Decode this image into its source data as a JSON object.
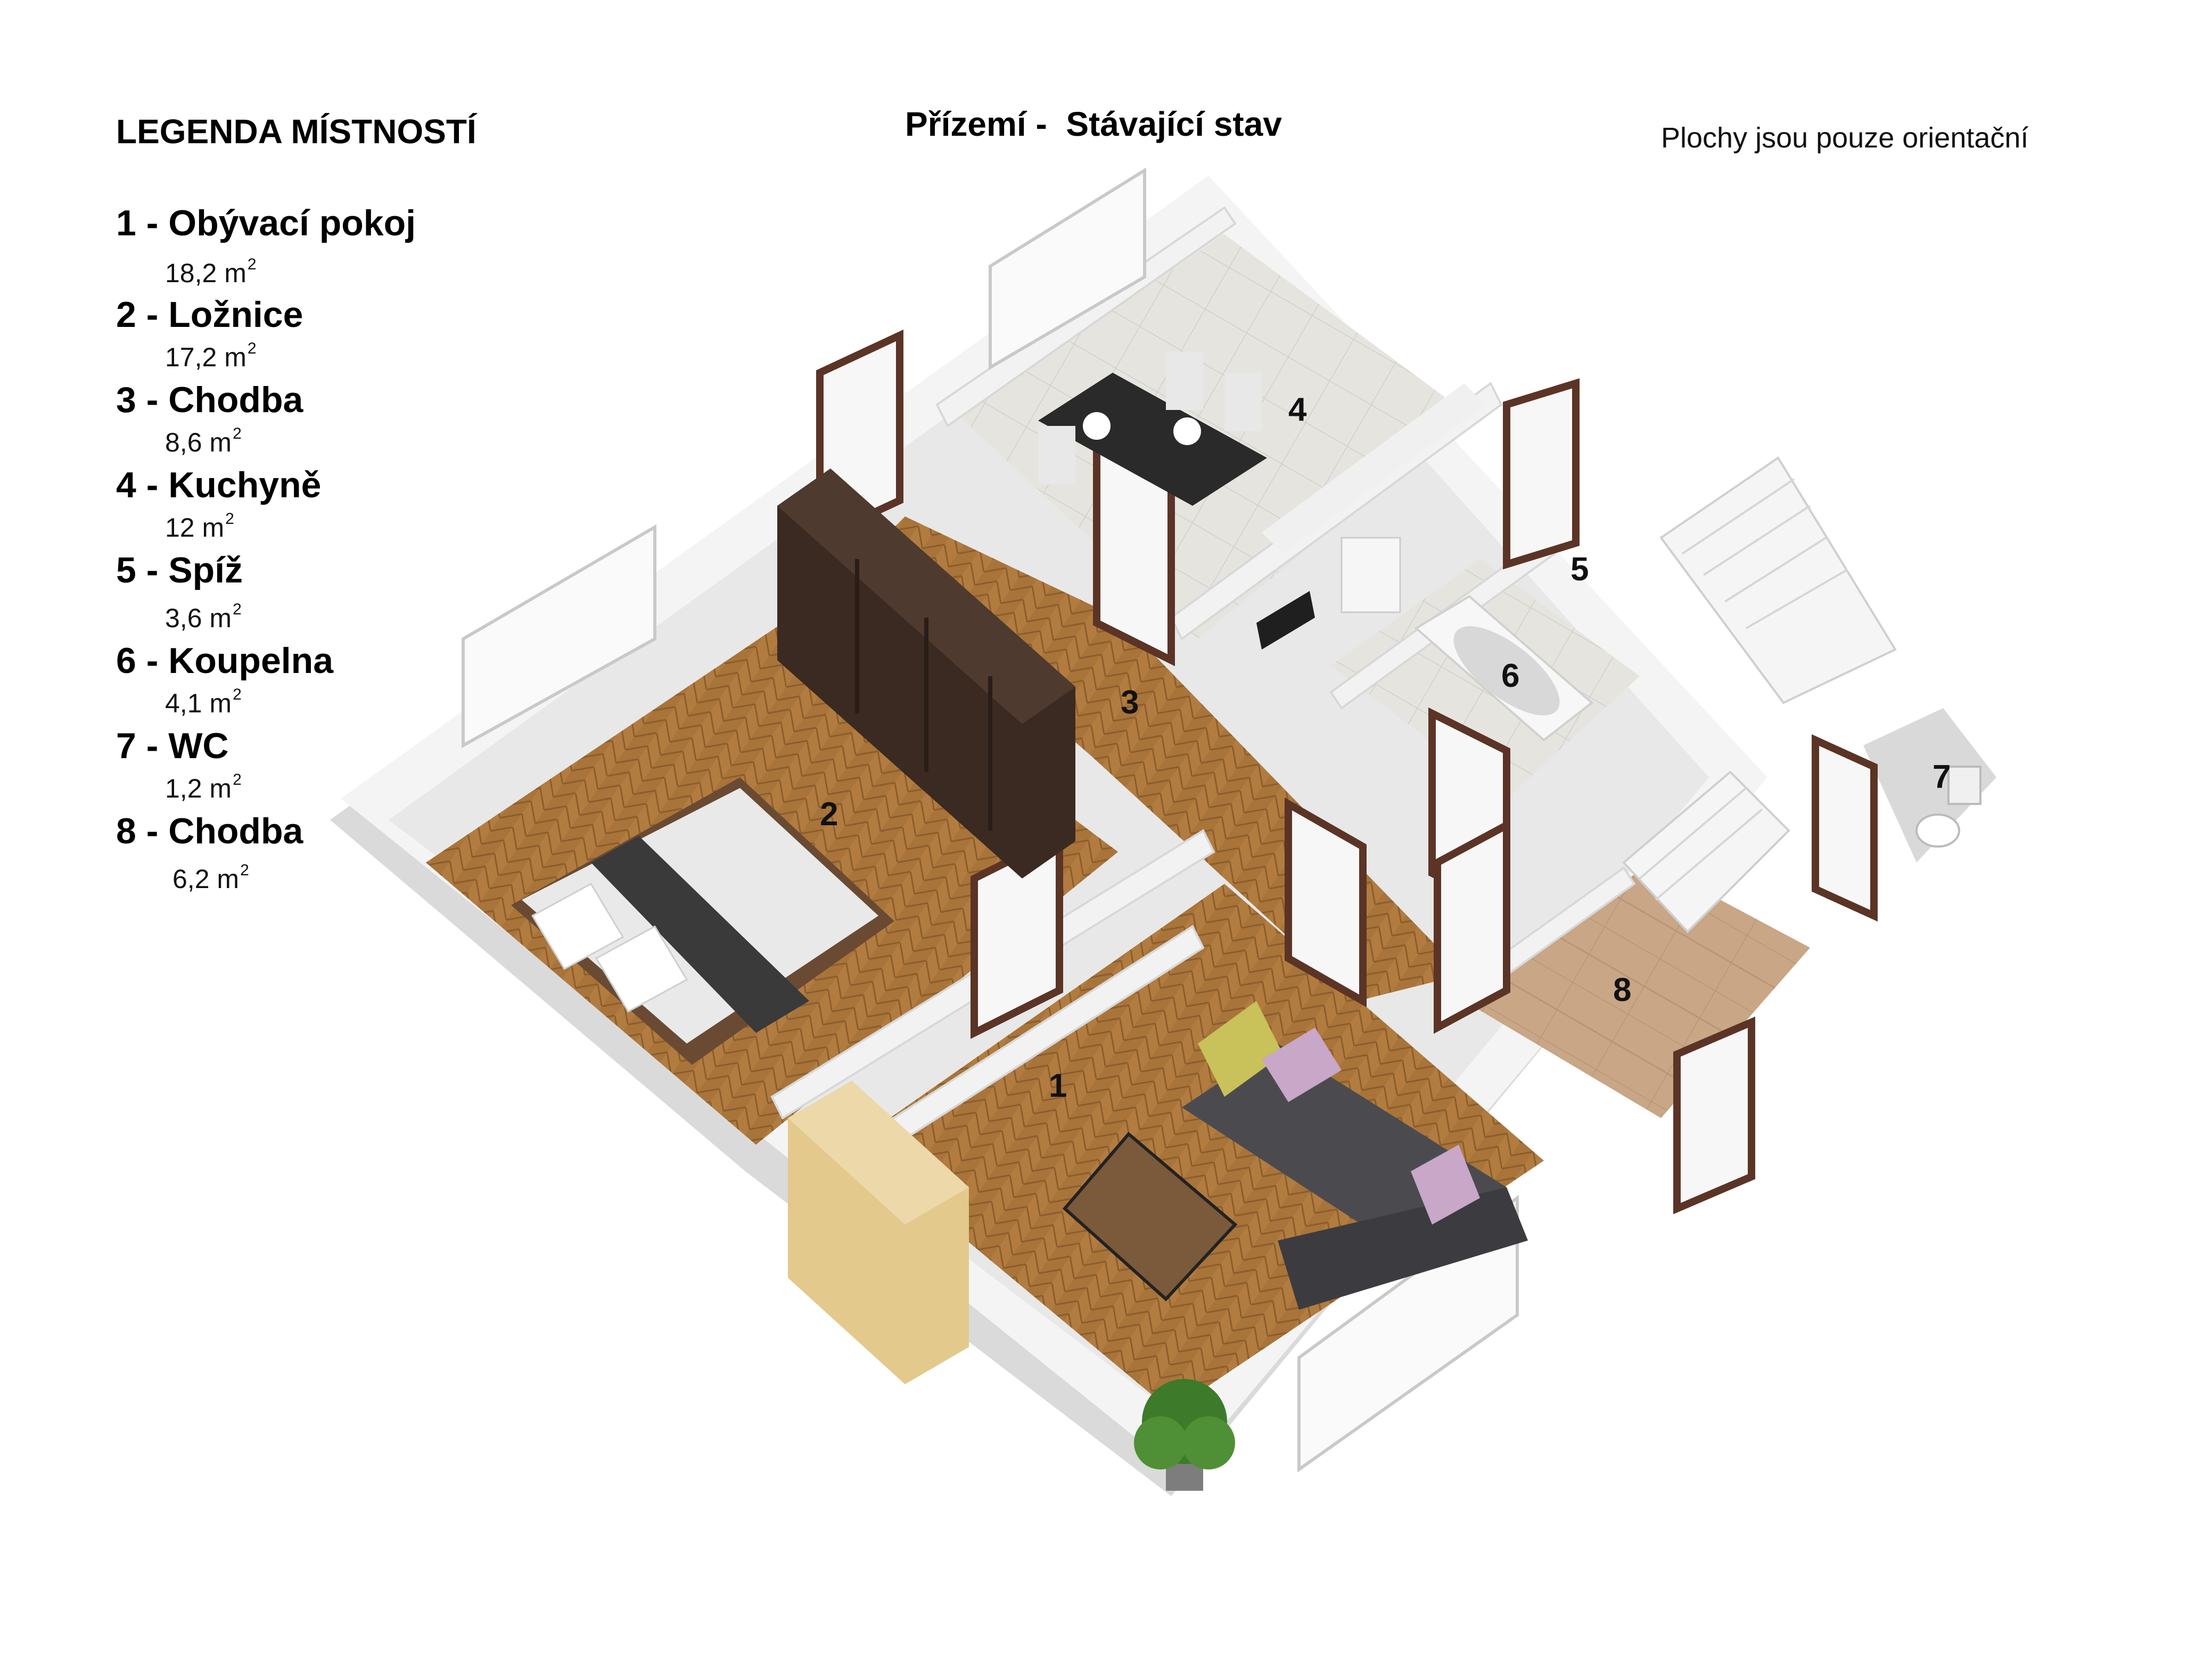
{
  "header": {
    "legend_title": "LEGENDA MÍSTNOSTÍ",
    "title": "Přízemí -  Stávající stav",
    "note": "Plochy jsou pouze orientační"
  },
  "rooms": [
    {
      "number": "1",
      "name": "Obývací pokoj",
      "label": "1 - Obývací pokoj",
      "area": "18,2 m",
      "unit_sup": "2"
    },
    {
      "number": "2",
      "name": "Ložnice",
      "label": "2 - Ložnice",
      "area": "17,2 m",
      "unit_sup": "2"
    },
    {
      "number": "3",
      "name": "Chodba",
      "label": "3 - Chodba",
      "area": "8,6 m",
      "unit_sup": "2"
    },
    {
      "number": "4",
      "name": "Kuchyně",
      "label": "4 - Kuchyně",
      "area": "12 m",
      "unit_sup": "2"
    },
    {
      "number": "5",
      "name": "Spíž",
      "label": "5 - Spíž",
      "area": "3,6 m",
      "unit_sup": "2"
    },
    {
      "number": "6",
      "name": "Koupelna",
      "label": "6 - Koupelna",
      "area": "4,1 m",
      "unit_sup": "2"
    },
    {
      "number": "7",
      "name": "WC",
      "label": "7 - WC",
      "area": "1,2 m",
      "unit_sup": "2"
    },
    {
      "number": "8",
      "name": "Chodba",
      "label": "8 - Chodba",
      "area": "6,2 m",
      "unit_sup": "2"
    }
  ],
  "colors": {
    "wall_top": "#f4f4f4",
    "wall_side": "#dcdcdc",
    "parquet": "#a8743a",
    "tile_kitchen": "#e6e4df",
    "tile_hall": "#c9a889",
    "door_frame": "#5b3426",
    "sofa": "#4b4b4f",
    "wardrobe_dark": "#3b2a22",
    "wardrobe_light": "#e3c98c"
  }
}
